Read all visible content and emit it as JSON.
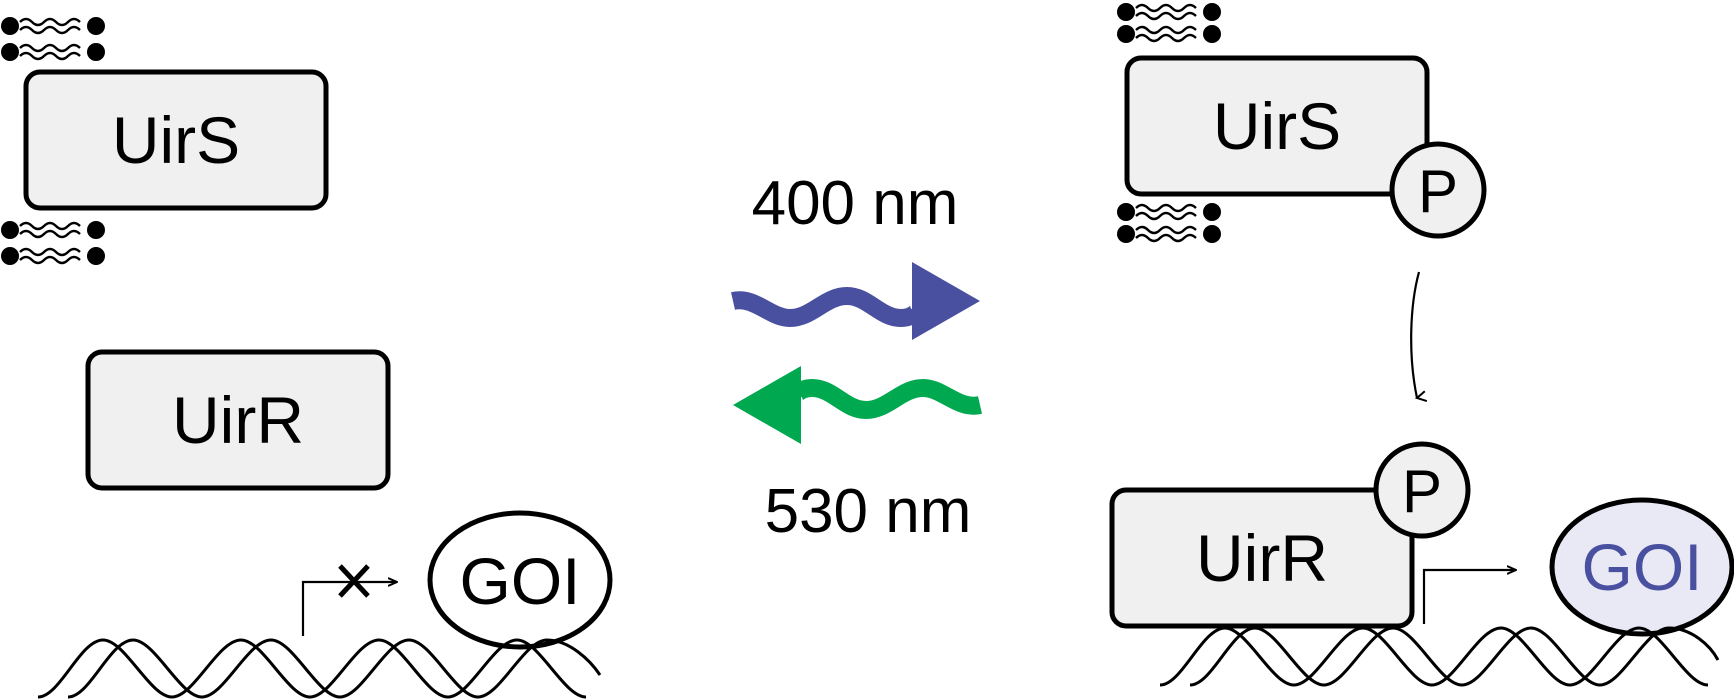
{
  "left": {
    "kinase_label": "UirS",
    "regulator_label": "UirR",
    "gene_label": "GOI",
    "promoter_state": "blocked"
  },
  "right": {
    "kinase_label": "UirS",
    "kinase_phospho_label": "P",
    "regulator_label": "UirR",
    "regulator_phospho_label": "P",
    "gene_label": "GOI",
    "promoter_state": "active"
  },
  "light": {
    "forward_wavelength": "400 nm",
    "reverse_wavelength": "530 nm"
  },
  "colors": {
    "violet_light": "#4a50a0",
    "green_light": "#00a84f",
    "protein_fill": "#f0f0f0",
    "active_gene_fill": "#e8e9f5",
    "active_gene_text": "#4a50a0"
  },
  "icons": {
    "membrane": "lipid-bilayer-icon",
    "phosphate": "phosphate-circle",
    "promoter": "promoter-arrow-icon",
    "block": "x-mark-icon"
  }
}
